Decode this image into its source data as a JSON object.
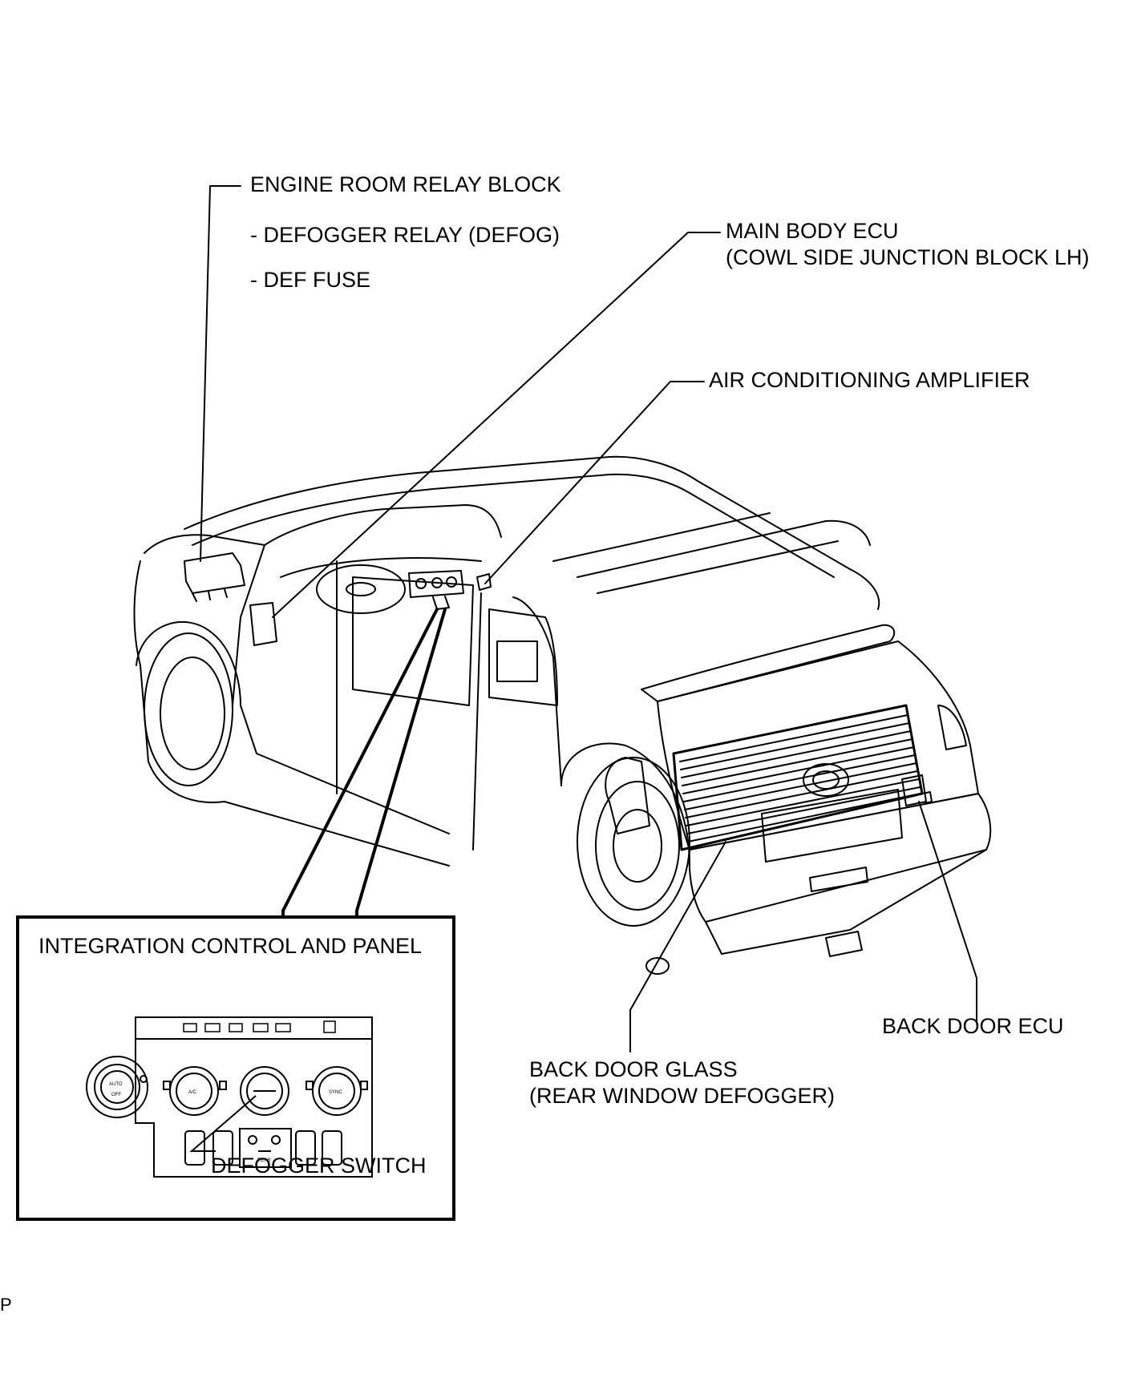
{
  "labels": {
    "engine_room_relay_block": "ENGINE ROOM RELAY BLOCK",
    "defogger_relay": "- DEFOGGER RELAY (DEFOG)",
    "def_fuse": "- DEF FUSE",
    "main_body_ecu": "MAIN BODY ECU",
    "cowl_side_junction": "(COWL SIDE JUNCTION BLOCK LH)",
    "air_conditioning_amplifier": "AIR CONDITIONING AMPLIFIER",
    "back_door_ecu": "BACK DOOR ECU",
    "back_door_glass": "BACK DOOR GLASS",
    "rear_window_defogger": "(REAR WINDOW DEFOGGER)",
    "integration_control_panel": "INTEGRATION CONTROL AND PANEL",
    "defogger_switch": "DEFOGGER SWITCH",
    "figure_code": "P"
  },
  "panel_buttons": {
    "auto_off": [
      "AUTO",
      "OFF"
    ],
    "ac": "A/C",
    "rear": "REAR",
    "sync": "SYNC"
  }
}
